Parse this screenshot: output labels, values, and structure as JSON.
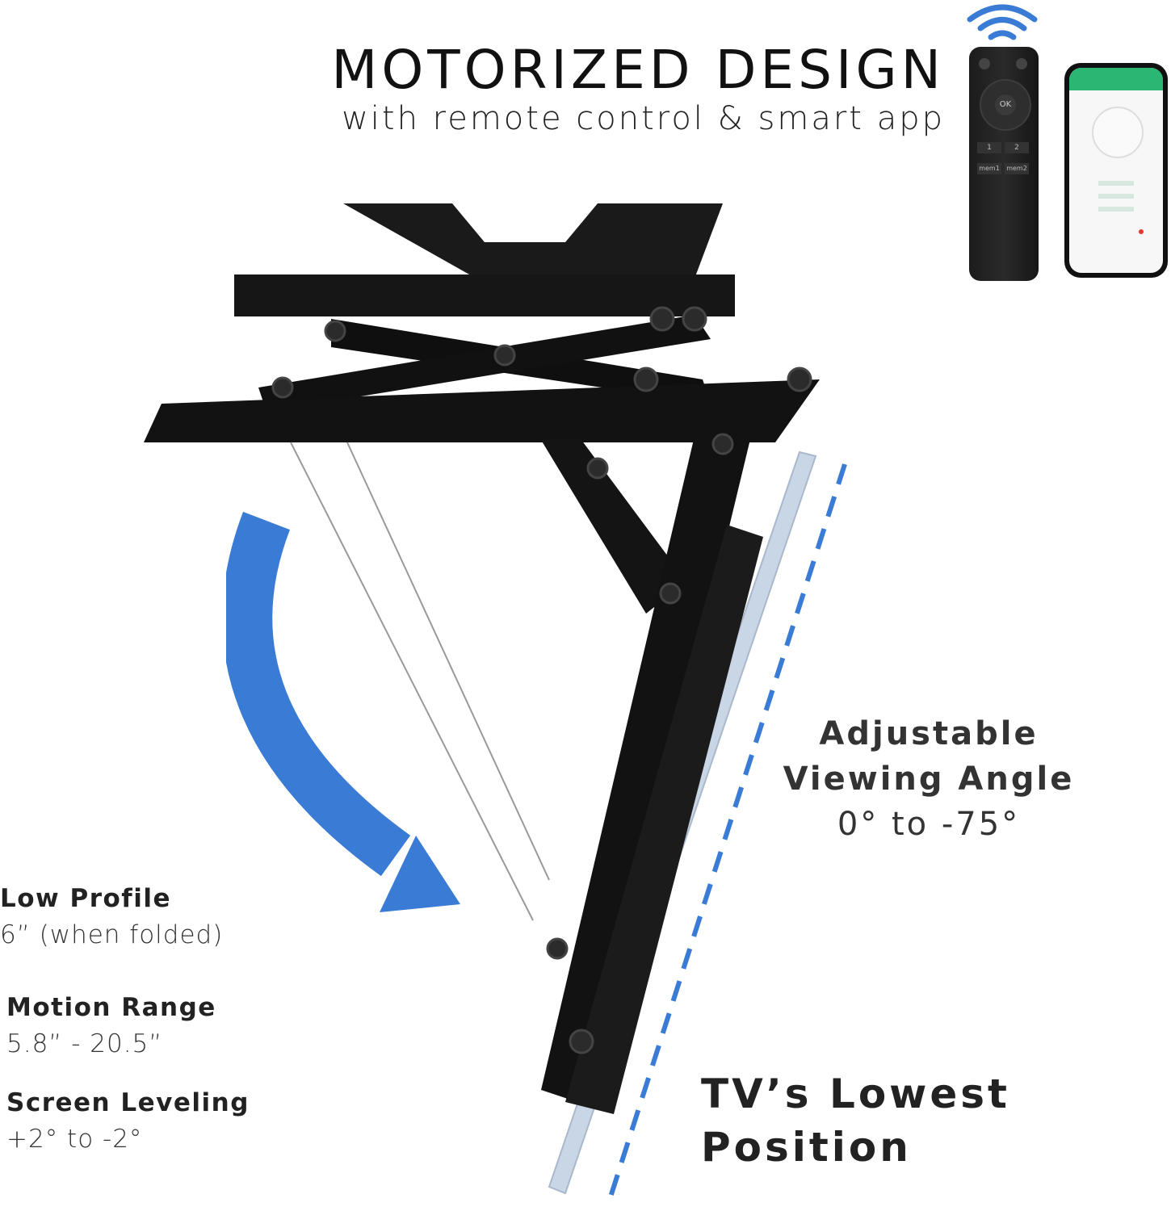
{
  "header": {
    "title": "MOTORIZED DESIGN",
    "subtitle": "with remote control & smart app"
  },
  "remote": {
    "ok_label": "OK",
    "btn1": "1",
    "btn2": "2",
    "mem1": "mem1",
    "mem2": "mem2"
  },
  "specs": [
    {
      "title": "Low Profile",
      "value": "6” (when folded)"
    },
    {
      "title": "Motion Range",
      "value": "5.8” - 20.5”"
    },
    {
      "title": "Screen Leveling",
      "value": "+2° to -2°"
    }
  ],
  "angle": {
    "line1": "Adjustable",
    "line2": "Viewing Angle",
    "value": "0° to -75°"
  },
  "lowest": {
    "line1": "TV’s Lowest",
    "line2": "Position"
  },
  "colors": {
    "accent_blue": "#3a7bd5",
    "mount_black": "#111111",
    "tv_panel": "#c9d6e6",
    "app_green": "#2bb673"
  }
}
